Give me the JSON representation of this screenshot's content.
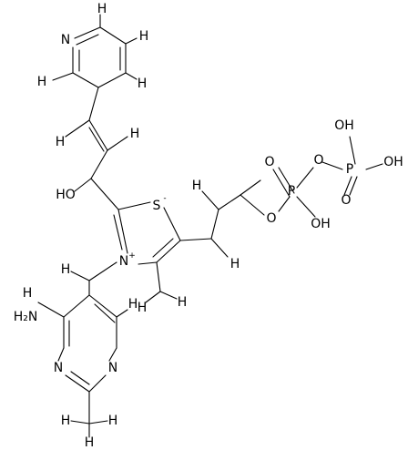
{
  "molecule": {
    "atoms": {
      "pyridine_n": "N",
      "pyr_h1": "H",
      "pyr_h2": "H",
      "pyr_h3": "H",
      "pyr_h4": "H",
      "vinyl_h1": "H",
      "vinyl_h2": "H",
      "hydroxyl": "HO",
      "thiazole_s": "S",
      "thiazole_s_charge": "-",
      "thiazole_n": "N",
      "thiazole_n_charge": "+",
      "ester_o": "O",
      "p1": "P",
      "p1_oxo": "O",
      "p1_oh": "OH",
      "bridge_o": "O",
      "p2": "P",
      "p2_oxo": "O",
      "p2_oh_top": "OH",
      "p2_oh_right": "OH",
      "amine_h": "H",
      "amine_n": "H₂N",
      "pyrim_h": "H",
      "pyrim_n1": "N",
      "pyrim_n2": "N",
      "ch2_h1": "H",
      "ch2_h2": "H",
      "ch3_a_h1": "H",
      "ch3_a_h2": "H",
      "ch3_b_h1": "H",
      "ch3_b_h2": "H",
      "ch3_b_h3": "H"
    }
  }
}
